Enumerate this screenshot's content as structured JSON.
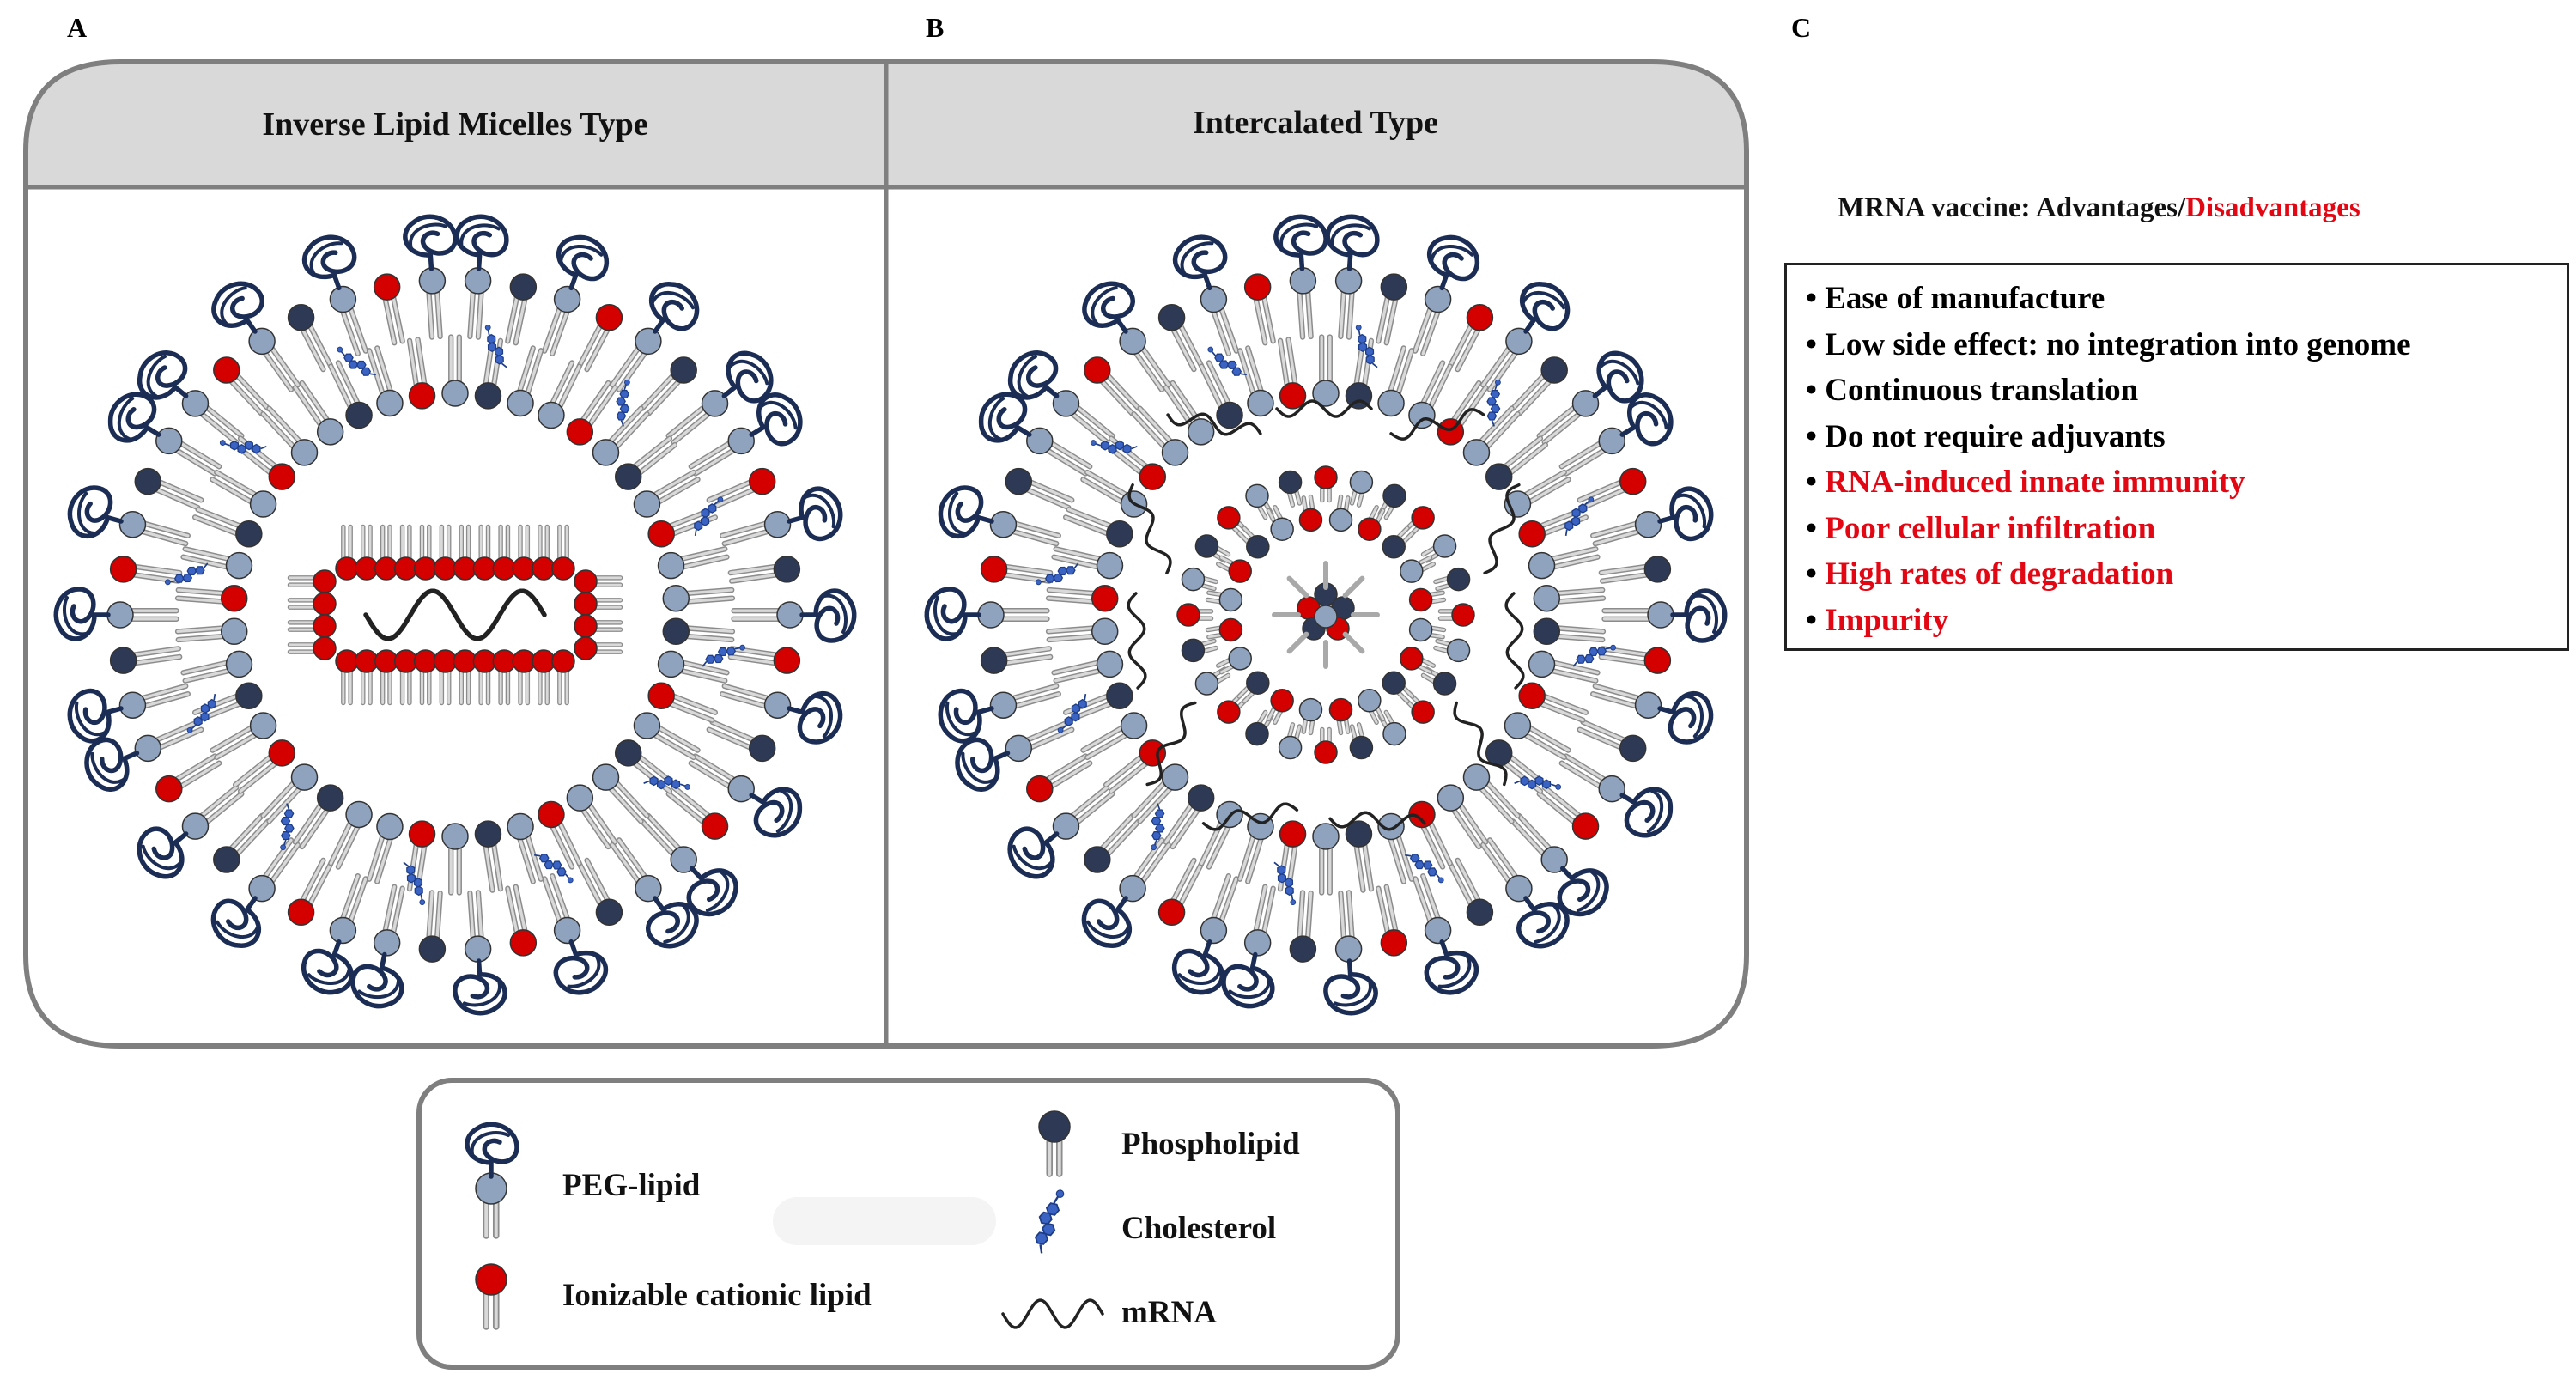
{
  "panels": {
    "a": {
      "letter": "A",
      "title": "Inverse Lipid  Micelles Type"
    },
    "b": {
      "letter": "B",
      "title": "Intercalated Type"
    },
    "c": {
      "letter": "C",
      "heading_prefix": "MRNA vaccine: Advantages/",
      "heading_disadvantages": "Disadvantages",
      "advantages": [
        "Ease of manufacture",
        "Low side effect: no integration into genome",
        "Continuous translation",
        "Do not require adjuvants"
      ],
      "disadvantages": [
        "RNA-induced innate immunity",
        "Poor cellular infiltration",
        "High rates of degradation",
        "Impurity"
      ]
    }
  },
  "legend": {
    "peg_lipid": "PEG-lipid",
    "ionizable_lipid": "Ionizable cationic lipid",
    "phospholipid": "Phospholipid",
    "cholesterol": "Cholesterol",
    "mrna": "mRNA"
  },
  "colors": {
    "ionizable_lipid": "#d40000",
    "phospholipid": "#2e3a55",
    "peg_head": "#8fa3bf",
    "peg_loop": "#1b2d55",
    "cholesterol": "#3a63c4",
    "tail": "#a9a9a9",
    "panel_header": "#d9d9d9",
    "panel_border": "#7f7f7f",
    "disadvantage_text": "#e30613"
  }
}
